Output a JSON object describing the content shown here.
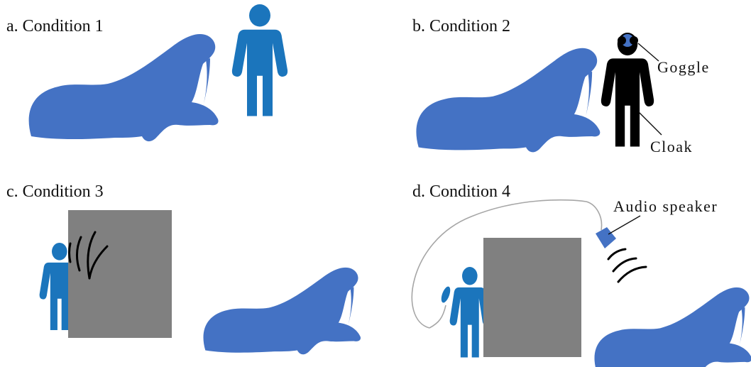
{
  "panels": [
    {
      "id": "a",
      "label": "a.  Condition 1"
    },
    {
      "id": "b",
      "label": "b.  Condition 2"
    },
    {
      "id": "c",
      "label": "c.  Condition 3"
    },
    {
      "id": "d",
      "label": "d.  Condition 4"
    }
  ],
  "callouts": {
    "goggle": "Goggle",
    "cloak": "Cloak",
    "speaker": "Audio speaker"
  },
  "icons": {
    "walrus": "walrus-silhouette-icon",
    "person": "person-silhouette-icon",
    "wall": "gray-wall-panel",
    "sound": "sound-wave-arcs-icon",
    "speaker": "audio-speaker-icon",
    "microphone": "microphone-icon"
  },
  "colors": {
    "walrus": "#4472C4",
    "person": "#1B75BC",
    "cloak": "#000000",
    "wall": "#808080",
    "cable": "#A6A6A6",
    "text": "#111111"
  }
}
